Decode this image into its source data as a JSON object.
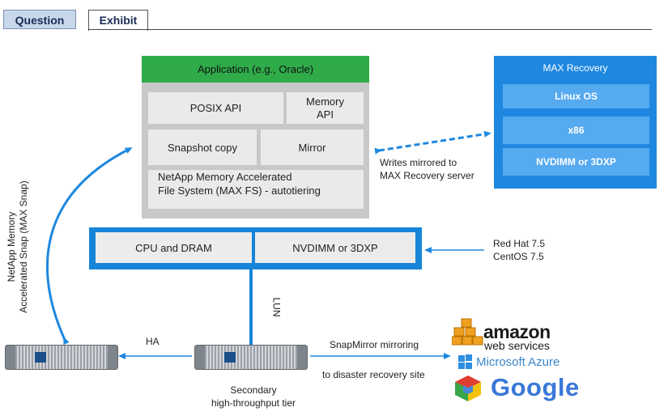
{
  "tabs": [
    {
      "label": "Question"
    },
    {
      "label": "Exhibit"
    }
  ],
  "app_stack": {
    "header": "Application (e.g., Oracle)",
    "posix": "POSIX API",
    "memory_api": [
      "Memory",
      "API"
    ],
    "snapshot": "Snapshot copy",
    "mirror": "Mirror",
    "maxfs": [
      "NetApp Memory Accelerated",
      "File System (MAX FS) - autotiering"
    ]
  },
  "hardware": {
    "cpu": "CPU and DRAM",
    "nvdimm": "NVDIMM or 3DXP"
  },
  "max_recovery": {
    "title": "MAX Recovery",
    "items": [
      "Linux OS",
      "x86",
      "NVDIMM or 3DXP"
    ]
  },
  "labels": {
    "writes_mirrored": [
      "Writes mirrored to",
      "MAX Recovery server"
    ],
    "os": [
      "Red Hat 7.5",
      "CentOS 7.5"
    ],
    "max_snap": [
      "NetApp Memory",
      "Accelerated Snap (MAX Snap)"
    ],
    "lun": "LUN",
    "ha": "HA",
    "snapmirror": "SnapMirror mirroring",
    "dr_site": "to disaster recovery site",
    "secondary": [
      "Secondary",
      "high-throughput tier"
    ]
  },
  "clouds": {
    "amazon": [
      "amazon",
      "web services"
    ],
    "azure": "Microsoft Azure",
    "google": "Google"
  },
  "colors": {
    "green": "#2fab4a",
    "blue": "#1685d8",
    "gray": "#c8c8c8",
    "cell": "#eaeaea"
  }
}
